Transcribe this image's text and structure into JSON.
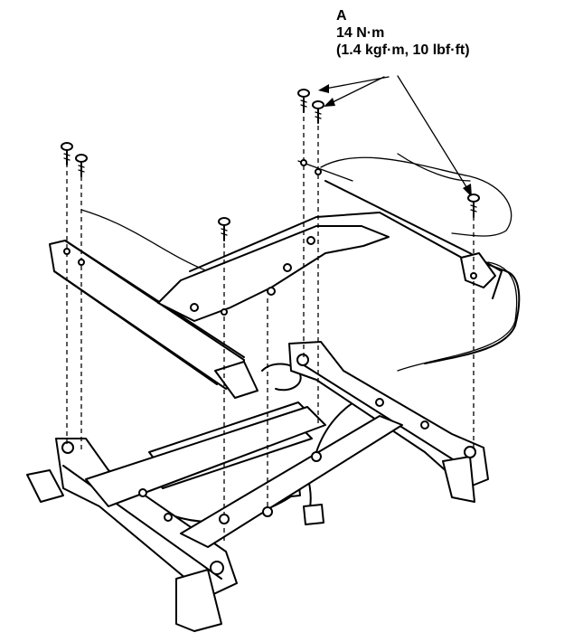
{
  "callout": {
    "letter": "A",
    "torque_nm": "14 N·m",
    "torque_alt": "(1.4 kgf·m, 10 lbf·ft)"
  },
  "colors": {
    "ink": "#000000",
    "paper": "#ffffff"
  },
  "parts": {
    "bolts": [
      "bolt-left-front",
      "bolt-left-rear",
      "bolt-center",
      "bolt-right-front",
      "bolt-right-rear",
      "bolt-far-right"
    ],
    "icons": [
      "bolt-icon",
      "seat-rail-icon",
      "connector-icon",
      "wiring-harness-icon"
    ]
  }
}
